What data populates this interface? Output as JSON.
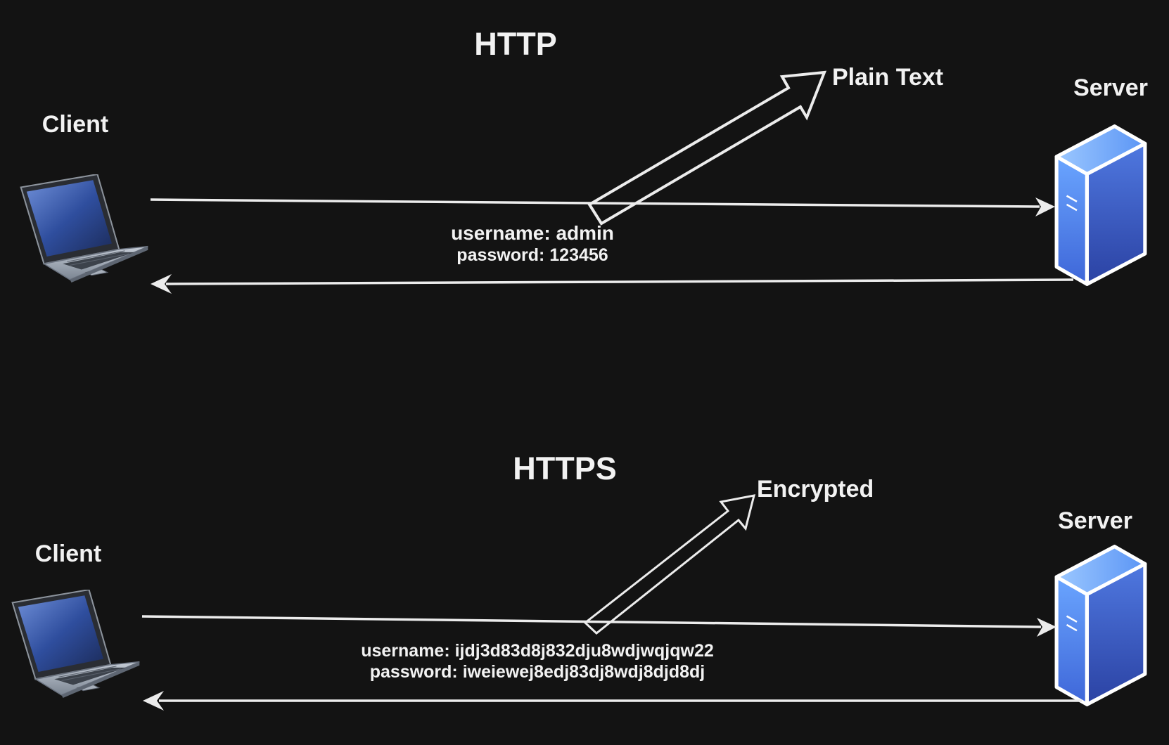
{
  "sections": [
    {
      "protocol": "HTTP",
      "client_label": "Client",
      "server_label": "Server",
      "callout": "Plain Text",
      "username_line": "username: admin",
      "password_line": "password: 123456"
    },
    {
      "protocol": "HTTPS",
      "client_label": "Client",
      "server_label": "Server",
      "callout": "Encrypted",
      "username_line": "username: ijdj3d83d8j832dju8wdjwqjqw22",
      "password_line": "password: iweiewej8edj83dj8wdj8djd8dj"
    }
  ],
  "icons": {
    "client": "laptop-icon",
    "server": "server-tower-icon"
  },
  "colors": {
    "background": "#131313",
    "foreground": "#ececec",
    "server_front": "#4f7fe6",
    "server_side": "#3655b5",
    "server_top": "#7fb2ff",
    "laptop_body": "#9aa4b0",
    "laptop_screen": "#3b59a8"
  }
}
